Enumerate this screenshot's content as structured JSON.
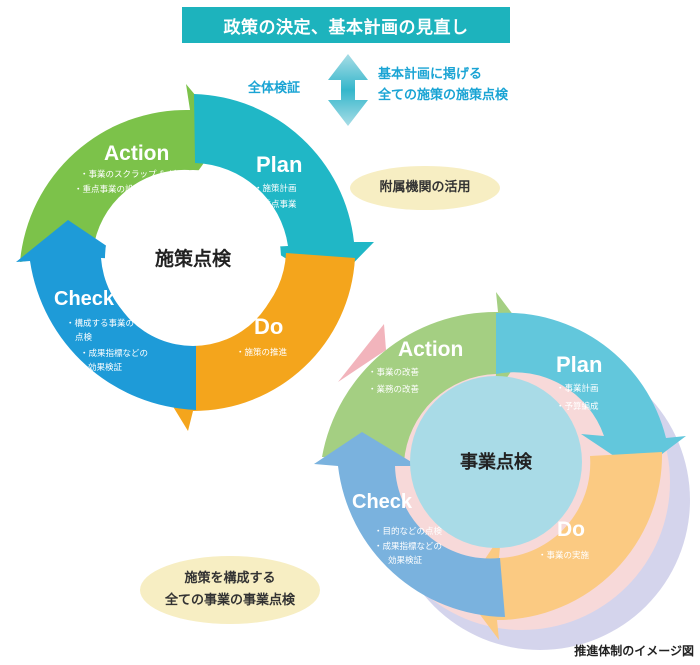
{
  "banner": "政策の決定、基本計画の見直し",
  "overall_review": "全体検証",
  "measures_review": [
    "基本計画に掲げる",
    "全ての施策の施策点検"
  ],
  "facility_use": "附属機関の活用",
  "projects_review": [
    "施策を構成する",
    "全ての事業の事業点検"
  ],
  "caption": "推進体制のイメージ図",
  "colors": {
    "teal": "#1db3bd",
    "plan_upper": "#20b7c6",
    "do_upper": "#f4a51c",
    "check_upper": "#1e9bd8",
    "action_upper": "#7cc24a",
    "plan_lower": "#62c7dc",
    "do_lower": "#fbca82",
    "check_lower": "#7ab2de",
    "action_lower": "#a4cf82",
    "pill": "#f7eec3",
    "arrow_text": "#1aa4d4"
  },
  "policy_cycle": {
    "center": "施策点検",
    "action": {
      "title": "Action",
      "items": [
        "・事業のスクラップ & ビルド",
        "・重点事業の設定"
      ]
    },
    "plan": {
      "title": "Plan",
      "items": [
        "・施策計画",
        "・重点事業"
      ]
    },
    "do": {
      "title": "Do",
      "items": [
        "・施策の推進"
      ]
    },
    "check": {
      "title": "Check",
      "items": [
        "・構成する事業の",
        "点検",
        "・成果指標などの",
        "効果検証"
      ]
    }
  },
  "project_cycle": {
    "center": "事業点検",
    "action": {
      "title": "Action",
      "items": [
        "・事業の改善",
        "・業務の改善"
      ]
    },
    "plan": {
      "title": "Plan",
      "items": [
        "・事業計画",
        "・予算編成"
      ]
    },
    "do": {
      "title": "Do",
      "items": [
        "・事業の実施"
      ]
    },
    "check": {
      "title": "Check",
      "items": [
        "・目的などの点検",
        "・成果指標などの",
        "効果検証"
      ]
    }
  }
}
